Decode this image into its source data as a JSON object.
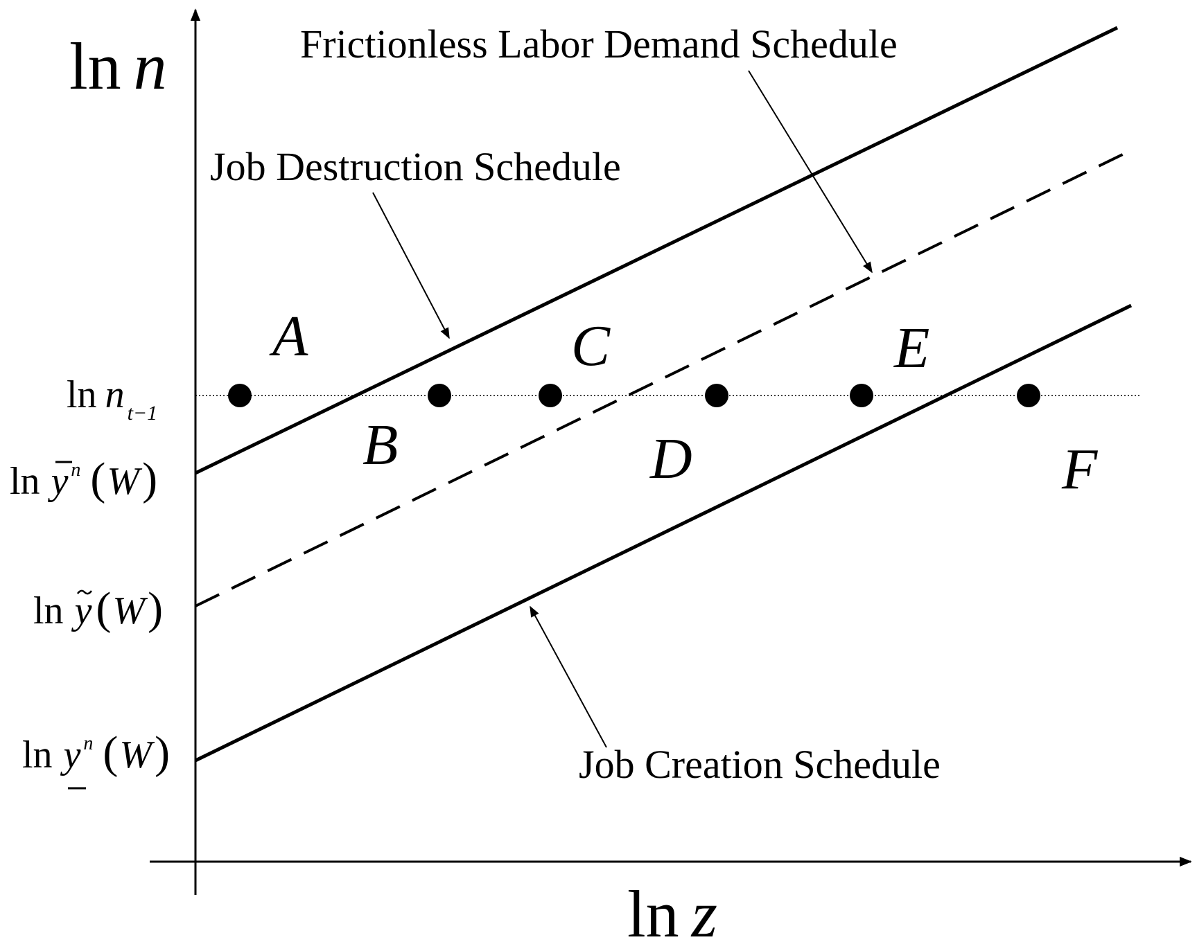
{
  "axes": {
    "y_title": {
      "ln": "ln",
      "var": "n"
    },
    "x_title": {
      "ln": "ln",
      "var": "z"
    }
  },
  "y_labels": {
    "n_prev": {
      "ln": "ln",
      "var": "n",
      "sub": "t−1"
    },
    "y_bar": {
      "ln": "ln",
      "var": "y",
      "sup": "n",
      "arg": "W"
    },
    "y_tilde": {
      "ln": "ln",
      "var": "y",
      "arg": "W"
    },
    "y_under": {
      "ln": "ln",
      "var": "y",
      "sup": "n",
      "arg": "W"
    }
  },
  "schedules": {
    "frictionless": "Frictionless Labor Demand Schedule",
    "destruction": "Job Destruction Schedule",
    "creation": "Job Creation Schedule"
  },
  "points": [
    "A",
    "B",
    "C",
    "D",
    "E",
    "F"
  ],
  "colors": {
    "ink": "#000000",
    "background": "#ffffff"
  }
}
